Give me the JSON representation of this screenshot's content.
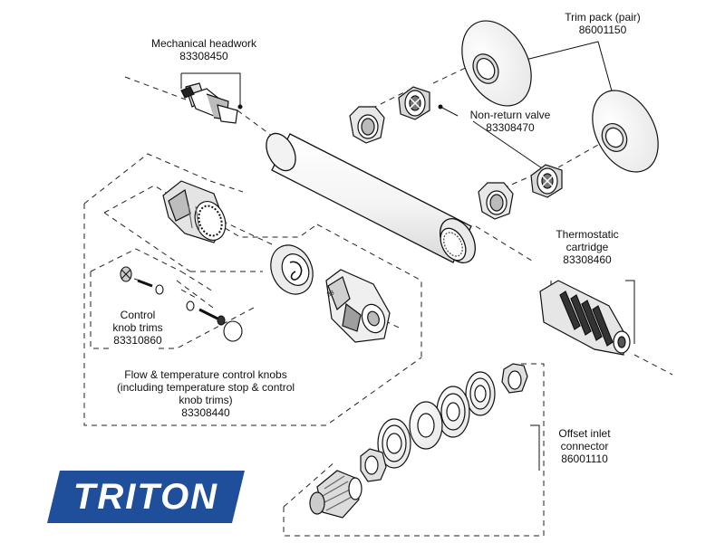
{
  "labels": {
    "mechanical_headwork": {
      "name": "Mechanical headwork",
      "code": "83308450"
    },
    "trim_pack": {
      "name": "Trim pack (pair)",
      "code": "86001150"
    },
    "non_return_valve": {
      "name": "Non-return valve",
      "code": "83308470"
    },
    "thermostatic_cartridge": {
      "name": "Thermostatic cartridge",
      "code": "83308460",
      "line1": "Thermostatic",
      "line2": "cartridge"
    },
    "control_knob_trims": {
      "line1": "Control",
      "line2": "knob trims",
      "code": "83310860"
    },
    "control_knobs": {
      "line1": "Flow & temperature control knobs",
      "line2": "(including temperature stop & control",
      "line3": "knob trims)",
      "code": "83308440"
    },
    "offset_inlet_connector": {
      "line1": "Offset inlet",
      "line2": "connector",
      "code": "86001110"
    }
  },
  "knob_scale": "38",
  "logo": {
    "text": "TRITON",
    "color": "#1f4e9a"
  },
  "colors": {
    "line": "#1a1a1a",
    "part_fill": "#ffffff",
    "shade": "#9a9a9a"
  }
}
